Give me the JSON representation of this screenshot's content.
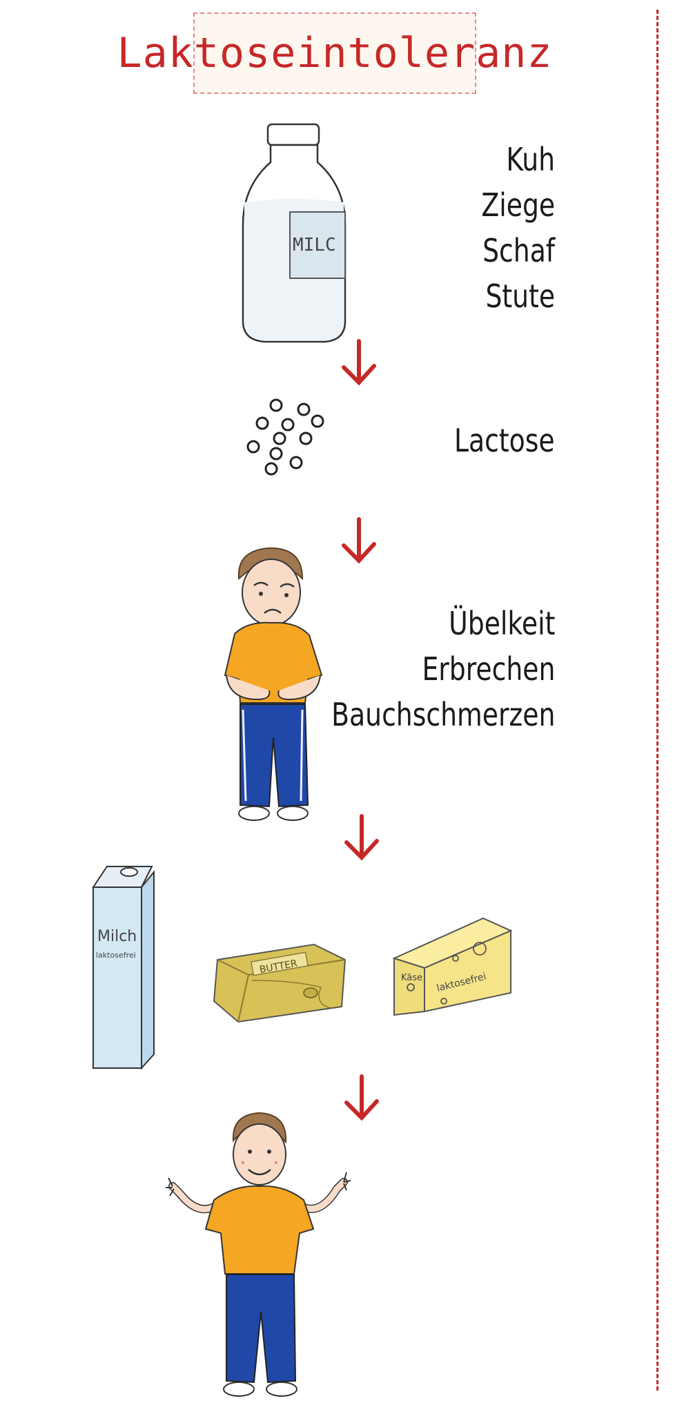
{
  "title": "Laktoseintoleranz",
  "sources": [
    "Kuh",
    "Ziege",
    "Schaf",
    "Stute"
  ],
  "sugar_label": "Lactose",
  "symptoms": [
    "Übelkeit",
    "Erbrechen",
    "Bauchschmerzen"
  ],
  "bottle_label": "MILC",
  "products": {
    "milk_line1": "Milch",
    "milk_line2": "laktosefrei",
    "butter_label": "BUTTER",
    "cheese_line1": "Käse",
    "cheese_line2": "laktosefrei"
  },
  "colors": {
    "accent": "#c62828",
    "shirt": "#f5a623",
    "pants": "#1f48a8"
  }
}
